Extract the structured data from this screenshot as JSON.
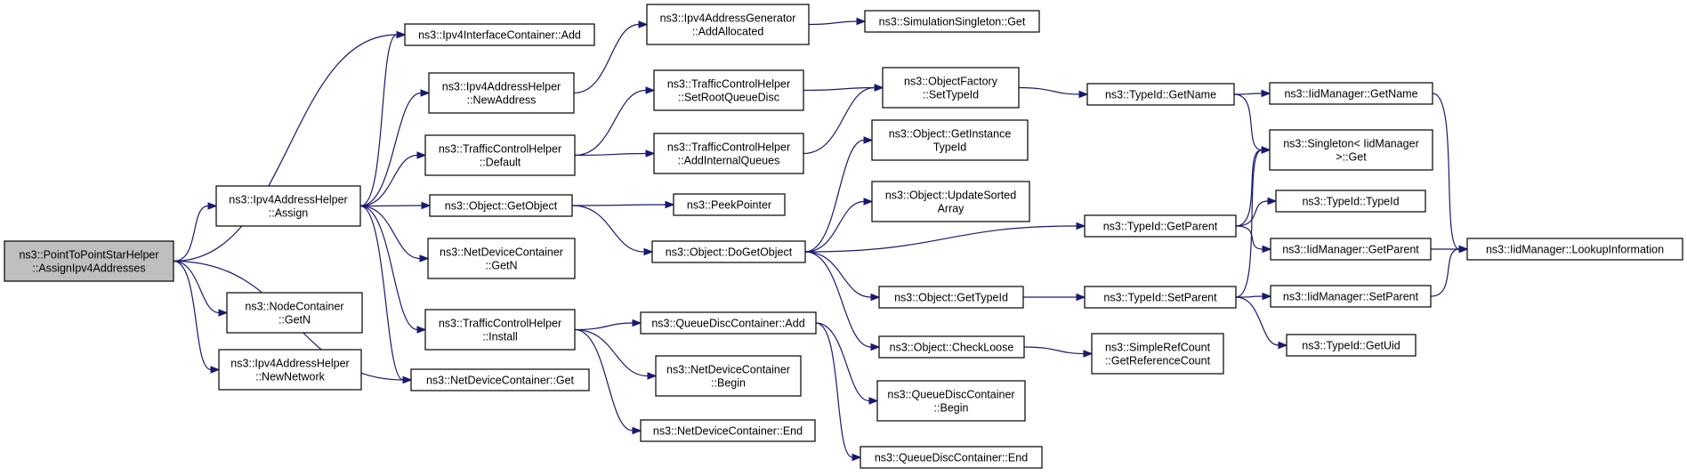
{
  "colors": {
    "edge": "#191970",
    "root_fill": "#bfbfbf",
    "node_fill": "#ffffff",
    "node_border": "#000000"
  },
  "nodes": {
    "root": [
      "ns3::PointToPointStarHelper",
      "::AssignIpv4Addresses"
    ],
    "ipv4ic_add": [
      "ns3::Ipv4InterfaceContainer::Add"
    ],
    "addr_assign": [
      "ns3::Ipv4AddressHelper",
      "::Assign"
    ],
    "node_getn": [
      "ns3::NodeContainer",
      "::GetN"
    ],
    "new_network": [
      "ns3::Ipv4AddressHelper",
      "::NewNetwork"
    ],
    "new_address": [
      "ns3::Ipv4AddressHelper",
      "::NewAddress"
    ],
    "tch_default": [
      "ns3::TrafficControlHelper",
      "::Default"
    ],
    "getobject": [
      "ns3::Object::GetObject"
    ],
    "ndc_getn": [
      "ns3::NetDeviceContainer",
      "::GetN"
    ],
    "tch_install": [
      "ns3::TrafficControlHelper",
      "::Install"
    ],
    "ndc_get": [
      "ns3::NetDeviceContainer::Get"
    ],
    "gen_addalloc": [
      "ns3::Ipv4AddressGenerator",
      "::AddAllocated"
    ],
    "set_root_qd": [
      "ns3::TrafficControlHelper",
      "::SetRootQueueDisc"
    ],
    "add_internal_q": [
      "ns3::TrafficControlHelper",
      "::AddInternalQueues"
    ],
    "peekpointer": [
      "ns3::PeekPointer"
    ],
    "dogetobject": [
      "ns3::Object::DoGetObject"
    ],
    "qdc_add": [
      "ns3::QueueDiscContainer::Add"
    ],
    "ndc_begin": [
      "ns3::NetDeviceContainer",
      "::Begin"
    ],
    "ndc_end": [
      "ns3::NetDeviceContainer::End"
    ],
    "sim_singleton": [
      "ns3::SimulationSingleton::Get"
    ],
    "of_settypeid": [
      "ns3::ObjectFactory",
      "::SetTypeId"
    ],
    "get_instance_tid": [
      "ns3::Object::GetInstance",
      "TypeId"
    ],
    "update_sorted": [
      "ns3::Object::UpdateSorted",
      "Array"
    ],
    "obj_gettypeid": [
      "ns3::Object::GetTypeId"
    ],
    "checkloose": [
      "ns3::Object::CheckLoose"
    ],
    "qdc_begin": [
      "ns3::QueueDiscContainer",
      "::Begin"
    ],
    "qdc_end": [
      "ns3::QueueDiscContainer::End"
    ],
    "tid_getname": [
      "ns3::TypeId::GetName"
    ],
    "tid_getparent": [
      "ns3::TypeId::GetParent"
    ],
    "tid_setparent": [
      "ns3::TypeId::SetParent"
    ],
    "srefcount": [
      "ns3::SimpleRefCount",
      "::GetReferenceCount"
    ],
    "iid_getname": [
      "ns3::IidManager::GetName"
    ],
    "singleton_get": [
      "ns3::Singleton< IidManager",
      ">::Get"
    ],
    "tid_typeid": [
      "ns3::TypeId::TypeId"
    ],
    "iid_getparent": [
      "ns3::IidManager::GetParent"
    ],
    "iid_setparent": [
      "ns3::IidManager::SetParent"
    ],
    "tid_getuid": [
      "ns3::TypeId::GetUid"
    ],
    "iid_lookup": [
      "ns3::IidManager::LookupInformation"
    ]
  }
}
